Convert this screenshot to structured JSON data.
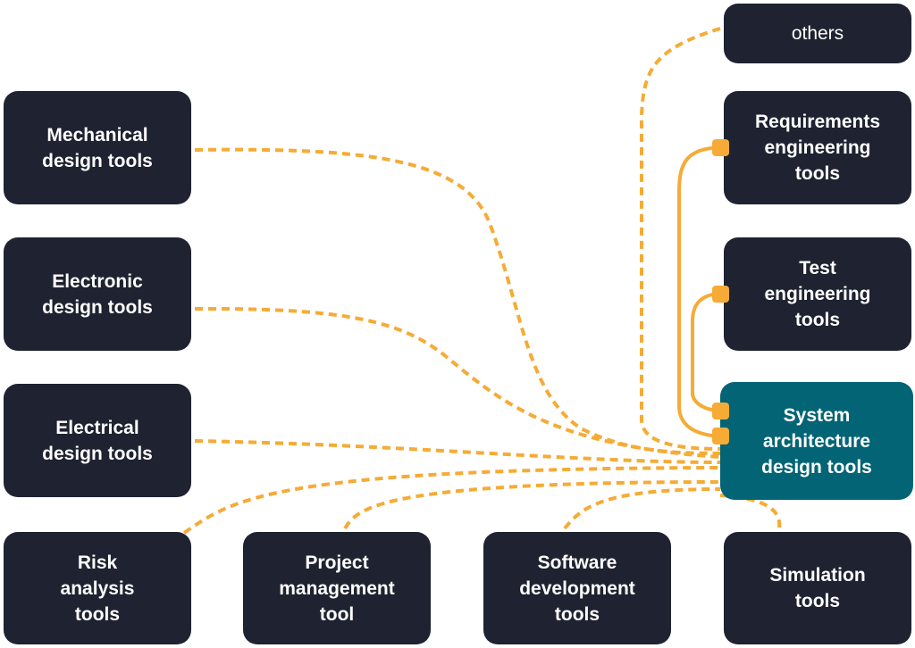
{
  "colors": {
    "box": "#1f2230",
    "highlight": "#036475",
    "connector": "#f5ab35",
    "text": "#ffffff"
  },
  "boxes": {
    "others": "others",
    "mechanical": "Mechanical\ndesign tools",
    "electronic": "Electronic\ndesign tools",
    "electrical": "Electrical\ndesign tools",
    "requirements": "Requirements\nengineering\ntools",
    "test": "Test\nengineering\ntools",
    "system": "System\narchitecture\ndesign tools",
    "risk": "Risk\nanalysis\ntools",
    "project": "Project\nmanagement\ntool",
    "software": "Software\ndevelopment\ntools",
    "simulation": "Simulation\ntools"
  }
}
